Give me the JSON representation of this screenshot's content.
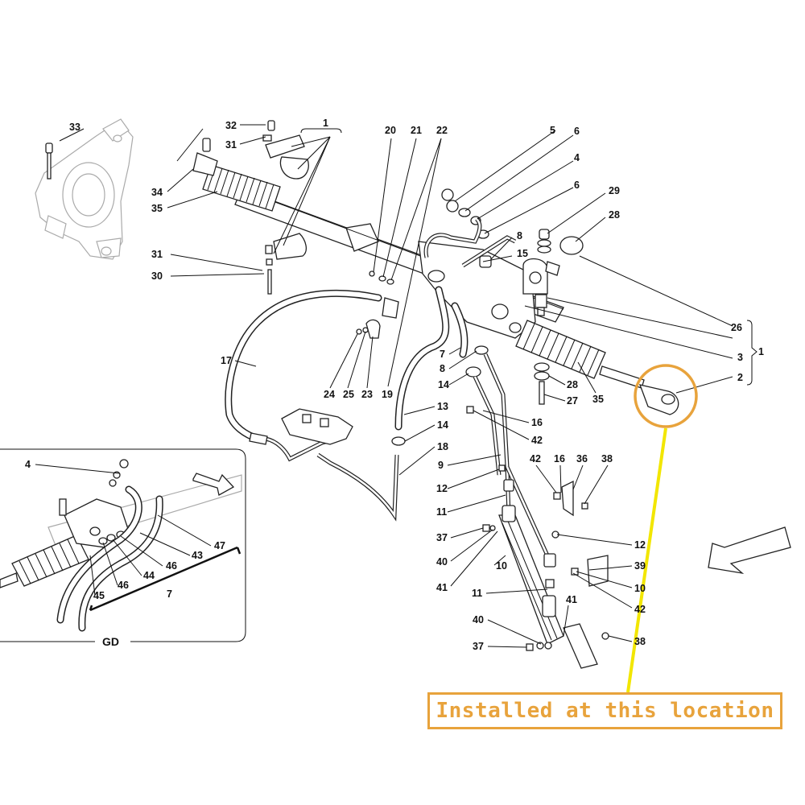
{
  "diagram": {
    "callout_text": "Installed at this location",
    "inset_label": "GD",
    "highlight_color": "#e8a33c",
    "pointer_color": "#f2e600",
    "labels": [
      {
        "id": "33",
        "text": "33"
      },
      {
        "id": "32",
        "text": "32"
      },
      {
        "id": "31a",
        "text": "31"
      },
      {
        "id": "1a",
        "text": "1"
      },
      {
        "id": "34",
        "text": "34"
      },
      {
        "id": "35a",
        "text": "35"
      },
      {
        "id": "31b",
        "text": "31"
      },
      {
        "id": "30",
        "text": "30"
      },
      {
        "id": "20",
        "text": "20"
      },
      {
        "id": "21",
        "text": "21"
      },
      {
        "id": "22",
        "text": "22"
      },
      {
        "id": "5",
        "text": "5"
      },
      {
        "id": "6a",
        "text": "6"
      },
      {
        "id": "4a",
        "text": "4"
      },
      {
        "id": "6b",
        "text": "6"
      },
      {
        "id": "29",
        "text": "29"
      },
      {
        "id": "28a",
        "text": "28"
      },
      {
        "id": "8a",
        "text": "8"
      },
      {
        "id": "15",
        "text": "15"
      },
      {
        "id": "26",
        "text": "26"
      },
      {
        "id": "1b",
        "text": "1"
      },
      {
        "id": "3",
        "text": "3"
      },
      {
        "id": "2",
        "text": "2"
      },
      {
        "id": "17",
        "text": "17"
      },
      {
        "id": "7a",
        "text": "7"
      },
      {
        "id": "8b",
        "text": "8"
      },
      {
        "id": "14a",
        "text": "14"
      },
      {
        "id": "24",
        "text": "24"
      },
      {
        "id": "25",
        "text": "25"
      },
      {
        "id": "23",
        "text": "23"
      },
      {
        "id": "19",
        "text": "19"
      },
      {
        "id": "28b",
        "text": "28"
      },
      {
        "id": "27",
        "text": "27"
      },
      {
        "id": "35b",
        "text": "35"
      },
      {
        "id": "13",
        "text": "13"
      },
      {
        "id": "16a",
        "text": "16"
      },
      {
        "id": "42a",
        "text": "42"
      },
      {
        "id": "14b",
        "text": "14"
      },
      {
        "id": "18",
        "text": "18"
      },
      {
        "id": "9",
        "text": "9"
      },
      {
        "id": "42b",
        "text": "42"
      },
      {
        "id": "16b",
        "text": "16"
      },
      {
        "id": "36",
        "text": "36"
      },
      {
        "id": "38a",
        "text": "38"
      },
      {
        "id": "12a",
        "text": "12"
      },
      {
        "id": "11a",
        "text": "11"
      },
      {
        "id": "37a",
        "text": "37"
      },
      {
        "id": "12b",
        "text": "12"
      },
      {
        "id": "40a",
        "text": "40"
      },
      {
        "id": "10a",
        "text": "10"
      },
      {
        "id": "39",
        "text": "39"
      },
      {
        "id": "10b",
        "text": "10"
      },
      {
        "id": "41a",
        "text": "41"
      },
      {
        "id": "42c",
        "text": "42"
      },
      {
        "id": "11b",
        "text": "11"
      },
      {
        "id": "41b",
        "text": "41"
      },
      {
        "id": "40b",
        "text": "40"
      },
      {
        "id": "37b",
        "text": "37"
      },
      {
        "id": "38b",
        "text": "38"
      },
      {
        "id": "4b",
        "text": "4"
      },
      {
        "id": "47",
        "text": "47"
      },
      {
        "id": "43",
        "text": "43"
      },
      {
        "id": "46a",
        "text": "46"
      },
      {
        "id": "44",
        "text": "44"
      },
      {
        "id": "46b",
        "text": "46"
      },
      {
        "id": "45",
        "text": "45"
      },
      {
        "id": "7b",
        "text": "7"
      }
    ]
  }
}
